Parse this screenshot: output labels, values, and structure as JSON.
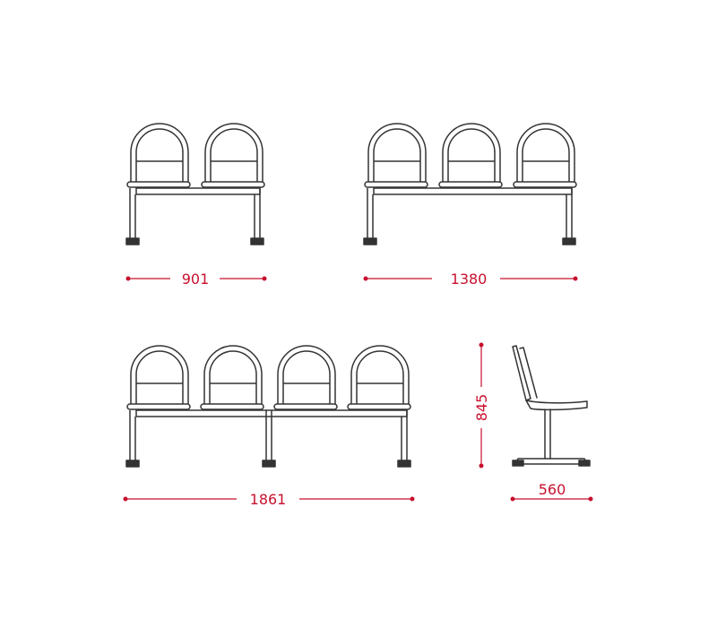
{
  "colors": {
    "line": "#333333",
    "dimension": "#c8102e",
    "background": "#ffffff"
  },
  "icons": {
    "bench": "bench-outline-icon",
    "chair_side": "chair-side-view-icon"
  },
  "drawings": [
    {
      "id": "bench-2-seat",
      "seats": 2,
      "width_label": "901"
    },
    {
      "id": "bench-3-seat",
      "seats": 3,
      "width_label": "1380"
    },
    {
      "id": "bench-4-seat",
      "seats": 4,
      "width_label": "1861"
    },
    {
      "id": "chair-side",
      "height_label": "845",
      "depth_label": "560"
    }
  ]
}
